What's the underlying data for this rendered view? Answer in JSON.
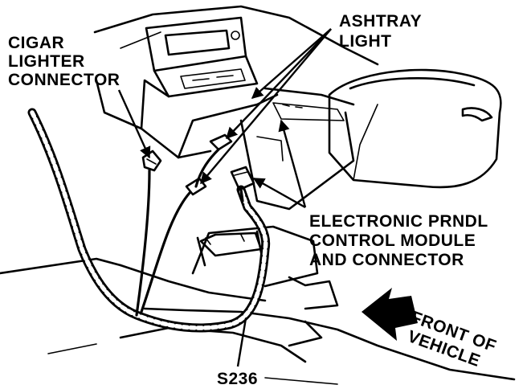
{
  "labels": {
    "cigar_line1": "CIGAR",
    "cigar_line2": "LIGHTER",
    "cigar_line3": "CONNECTOR",
    "ashtray_line1": "ASHTRAY",
    "ashtray_line2": "LIGHT",
    "prndl_line1": "ELECTRONIC PRNDL",
    "prndl_line2": "CONTROL MODULE",
    "prndl_line3": "AND CONNECTOR",
    "front_line1": "FRONT OF",
    "front_line2": "VEHICLE",
    "splice": "S236"
  },
  "colors": {
    "ink": "#000000",
    "paper": "#ffffff"
  }
}
